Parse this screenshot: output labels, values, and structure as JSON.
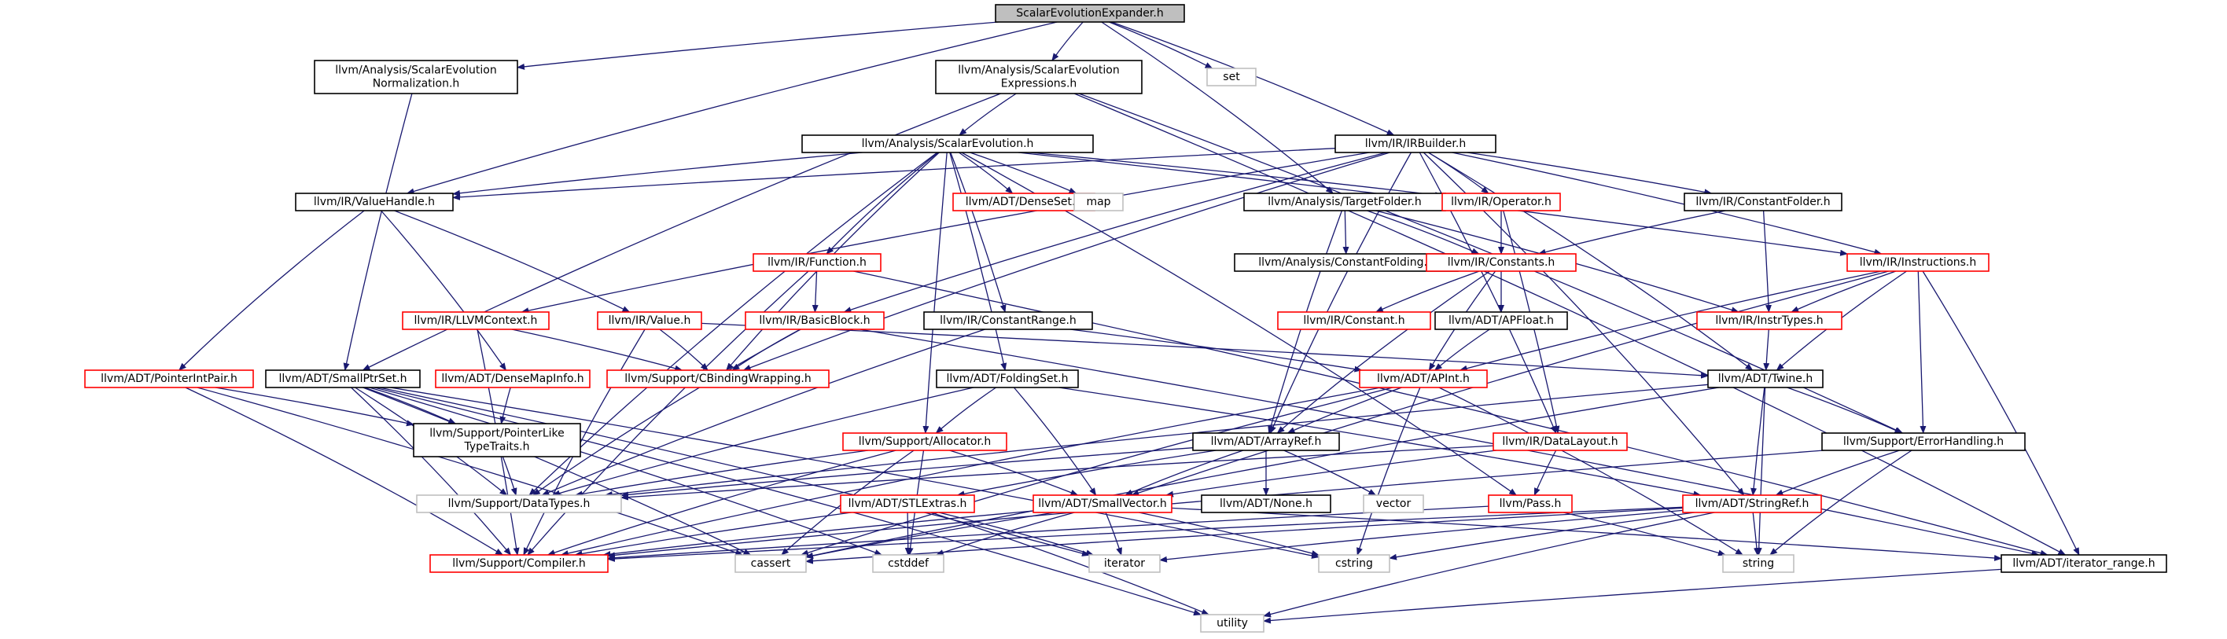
{
  "colors": {
    "edge": "#191970",
    "root_fill": "#bfbfbf",
    "black_border": "#000000",
    "red_border": "#ff0000",
    "gray_border": "#bfbfbf",
    "text": "#000000"
  },
  "nodes": [
    {
      "id": "root",
      "lines": [
        "ScalarEvolutionExpander.h"
      ],
      "style": "root"
    },
    {
      "id": "norm",
      "lines": [
        "llvm/Analysis/ScalarEvolution",
        "Normalization.h"
      ],
      "style": "black"
    },
    {
      "id": "expr",
      "lines": [
        "llvm/Analysis/ScalarEvolution",
        "Expressions.h"
      ],
      "style": "black"
    },
    {
      "id": "set",
      "lines": [
        "set"
      ],
      "style": "gray"
    },
    {
      "id": "se",
      "lines": [
        "llvm/Analysis/ScalarEvolution.h"
      ],
      "style": "black"
    },
    {
      "id": "irb",
      "lines": [
        "llvm/IR/IRBuilder.h"
      ],
      "style": "black"
    },
    {
      "id": "vh",
      "lines": [
        "llvm/IR/ValueHandle.h"
      ],
      "style": "black"
    },
    {
      "id": "denseset",
      "lines": [
        "llvm/ADT/DenseSet.h"
      ],
      "style": "red"
    },
    {
      "id": "map",
      "lines": [
        "map"
      ],
      "style": "gray"
    },
    {
      "id": "tf",
      "lines": [
        "llvm/Analysis/TargetFolder.h"
      ],
      "style": "black"
    },
    {
      "id": "op",
      "lines": [
        "llvm/IR/Operator.h"
      ],
      "style": "red"
    },
    {
      "id": "cf",
      "lines": [
        "llvm/IR/ConstantFolder.h"
      ],
      "style": "black"
    },
    {
      "id": "instr",
      "lines": [
        "llvm/IR/Instructions.h"
      ],
      "style": "red"
    },
    {
      "id": "cfold",
      "lines": [
        "llvm/Analysis/ConstantFolding.h"
      ],
      "style": "black"
    },
    {
      "id": "func",
      "lines": [
        "llvm/IR/Function.h"
      ],
      "style": "red"
    },
    {
      "id": "consts",
      "lines": [
        "llvm/IR/Constants.h"
      ],
      "style": "red"
    },
    {
      "id": "llvmctx",
      "lines": [
        "llvm/IR/LLVMContext.h"
      ],
      "style": "red"
    },
    {
      "id": "value",
      "lines": [
        "llvm/IR/Value.h"
      ],
      "style": "red"
    },
    {
      "id": "bb",
      "lines": [
        "llvm/IR/BasicBlock.h"
      ],
      "style": "red"
    },
    {
      "id": "cr",
      "lines": [
        "llvm/IR/ConstantRange.h"
      ],
      "style": "black"
    },
    {
      "id": "constant",
      "lines": [
        "llvm/IR/Constant.h"
      ],
      "style": "red"
    },
    {
      "id": "apfloat",
      "lines": [
        "llvm/ADT/APFloat.h"
      ],
      "style": "black"
    },
    {
      "id": "instrtypes",
      "lines": [
        "llvm/IR/InstrTypes.h"
      ],
      "style": "red"
    },
    {
      "id": "pip",
      "lines": [
        "llvm/ADT/PointerIntPair.h"
      ],
      "style": "red"
    },
    {
      "id": "sps",
      "lines": [
        "llvm/ADT/SmallPtrSet.h"
      ],
      "style": "black"
    },
    {
      "id": "dmi",
      "lines": [
        "llvm/ADT/DenseMapInfo.h"
      ],
      "style": "red"
    },
    {
      "id": "cbw",
      "lines": [
        "llvm/Support/CBindingWrapping.h"
      ],
      "style": "red"
    },
    {
      "id": "fs",
      "lines": [
        "llvm/ADT/FoldingSet.h"
      ],
      "style": "black"
    },
    {
      "id": "apint",
      "lines": [
        "llvm/ADT/APInt.h"
      ],
      "style": "red"
    },
    {
      "id": "twine",
      "lines": [
        "llvm/ADT/Twine.h"
      ],
      "style": "black"
    },
    {
      "id": "plt",
      "lines": [
        "llvm/Support/PointerLike",
        "TypeTraits.h"
      ],
      "style": "black"
    },
    {
      "id": "alloc",
      "lines": [
        "llvm/Support/Allocator.h"
      ],
      "style": "red"
    },
    {
      "id": "arrayref",
      "lines": [
        "llvm/ADT/ArrayRef.h"
      ],
      "style": "black"
    },
    {
      "id": "dl",
      "lines": [
        "llvm/IR/DataLayout.h"
      ],
      "style": "red"
    },
    {
      "id": "eh",
      "lines": [
        "llvm/Support/ErrorHandling.h"
      ],
      "style": "black"
    },
    {
      "id": "dt",
      "lines": [
        "llvm/Support/DataTypes.h"
      ],
      "style": "gray"
    },
    {
      "id": "stlx",
      "lines": [
        "llvm/ADT/STLExtras.h"
      ],
      "style": "red"
    },
    {
      "id": "sv",
      "lines": [
        "llvm/ADT/SmallVector.h"
      ],
      "style": "red"
    },
    {
      "id": "none",
      "lines": [
        "llvm/ADT/None.h"
      ],
      "style": "black"
    },
    {
      "id": "vector",
      "lines": [
        "vector"
      ],
      "style": "gray"
    },
    {
      "id": "pass",
      "lines": [
        "llvm/Pass.h"
      ],
      "style": "red"
    },
    {
      "id": "sr",
      "lines": [
        "llvm/ADT/StringRef.h"
      ],
      "style": "red"
    },
    {
      "id": "compiler",
      "lines": [
        "llvm/Support/Compiler.h"
      ],
      "style": "red"
    },
    {
      "id": "cassert",
      "lines": [
        "cassert"
      ],
      "style": "gray"
    },
    {
      "id": "cstddef",
      "lines": [
        "cstddef"
      ],
      "style": "gray"
    },
    {
      "id": "iterator",
      "lines": [
        "iterator"
      ],
      "style": "gray"
    },
    {
      "id": "cstring",
      "lines": [
        "cstring"
      ],
      "style": "gray"
    },
    {
      "id": "string",
      "lines": [
        "string"
      ],
      "style": "gray"
    },
    {
      "id": "itrange",
      "lines": [
        "llvm/ADT/iterator_range.h"
      ],
      "style": "black"
    },
    {
      "id": "utility",
      "lines": [
        "utility"
      ],
      "style": "gray"
    }
  ],
  "edges": [
    [
      "root",
      "norm"
    ],
    [
      "root",
      "expr"
    ],
    [
      "root",
      "set"
    ],
    [
      "root",
      "vh"
    ],
    [
      "root",
      "tf"
    ],
    [
      "root",
      "irb"
    ],
    [
      "norm",
      "sps"
    ],
    [
      "expr",
      "se"
    ],
    [
      "expr",
      "sps"
    ],
    [
      "expr",
      "eh"
    ],
    [
      "expr",
      "itrange"
    ],
    [
      "se",
      "vh"
    ],
    [
      "se",
      "denseset"
    ],
    [
      "se",
      "map"
    ],
    [
      "se",
      "func"
    ],
    [
      "se",
      "op"
    ],
    [
      "se",
      "instr"
    ],
    [
      "se",
      "cr"
    ],
    [
      "se",
      "fs"
    ],
    [
      "se",
      "alloc"
    ],
    [
      "se",
      "dt"
    ],
    [
      "se",
      "pass"
    ],
    [
      "se",
      "cbw"
    ],
    [
      "irb",
      "vh"
    ],
    [
      "irb",
      "op"
    ],
    [
      "irb",
      "cf"
    ],
    [
      "irb",
      "instr"
    ],
    [
      "irb",
      "llvmctx"
    ],
    [
      "irb",
      "bb"
    ],
    [
      "irb",
      "arrayref"
    ],
    [
      "irb",
      "twine"
    ],
    [
      "irb",
      "dl"
    ],
    [
      "irb",
      "cbw"
    ],
    [
      "irb",
      "sr"
    ],
    [
      "vh",
      "pip"
    ],
    [
      "vh",
      "dmi"
    ],
    [
      "vh",
      "value"
    ],
    [
      "tf",
      "cfold"
    ],
    [
      "tf",
      "consts"
    ],
    [
      "tf",
      "instrtypes"
    ],
    [
      "tf",
      "arrayref"
    ],
    [
      "op",
      "consts"
    ],
    [
      "op",
      "dl"
    ],
    [
      "cf",
      "consts"
    ],
    [
      "cf",
      "instrtypes"
    ],
    [
      "instr",
      "instrtypes"
    ],
    [
      "instr",
      "twine"
    ],
    [
      "instr",
      "eh"
    ],
    [
      "instr",
      "apint"
    ],
    [
      "instr",
      "itrange"
    ],
    [
      "instr",
      "sv"
    ],
    [
      "func",
      "bb"
    ],
    [
      "func",
      "compiler"
    ],
    [
      "func",
      "itrange"
    ],
    [
      "consts",
      "constant"
    ],
    [
      "consts",
      "apfloat"
    ],
    [
      "consts",
      "apint"
    ],
    [
      "consts",
      "arrayref"
    ],
    [
      "llvmctx",
      "cbw"
    ],
    [
      "llvmctx",
      "compiler"
    ],
    [
      "value",
      "cbw"
    ],
    [
      "value",
      "twine"
    ],
    [
      "value",
      "compiler"
    ],
    [
      "bb",
      "cbw"
    ],
    [
      "bb",
      "dt"
    ],
    [
      "bb",
      "itrange"
    ],
    [
      "cr",
      "apint"
    ],
    [
      "cr",
      "dt"
    ],
    [
      "apfloat",
      "apint"
    ],
    [
      "instrtypes",
      "twine"
    ],
    [
      "pip",
      "plt"
    ],
    [
      "pip",
      "compiler"
    ],
    [
      "pip",
      "cassert"
    ],
    [
      "sps",
      "plt"
    ],
    [
      "sps",
      "dt"
    ],
    [
      "sps",
      "compiler"
    ],
    [
      "sps",
      "cassert"
    ],
    [
      "sps",
      "cstddef"
    ],
    [
      "sps",
      "iterator"
    ],
    [
      "sps",
      "utility"
    ],
    [
      "sps",
      "cstring"
    ],
    [
      "dmi",
      "plt"
    ],
    [
      "fs",
      "alloc"
    ],
    [
      "fs",
      "sv"
    ],
    [
      "fs",
      "dt"
    ],
    [
      "fs",
      "sr"
    ],
    [
      "apint",
      "arrayref"
    ],
    [
      "apint",
      "compiler"
    ],
    [
      "apint",
      "cassert"
    ],
    [
      "apint",
      "cstring"
    ],
    [
      "apint",
      "string"
    ],
    [
      "twine",
      "sr"
    ],
    [
      "twine",
      "eh"
    ],
    [
      "twine",
      "dt"
    ],
    [
      "twine",
      "cassert"
    ],
    [
      "twine",
      "string"
    ],
    [
      "plt",
      "dt"
    ],
    [
      "alloc",
      "sv"
    ],
    [
      "alloc",
      "dt"
    ],
    [
      "alloc",
      "compiler"
    ],
    [
      "alloc",
      "cassert"
    ],
    [
      "alloc",
      "cstddef"
    ],
    [
      "arrayref",
      "none"
    ],
    [
      "arrayref",
      "sv"
    ],
    [
      "arrayref",
      "dt"
    ],
    [
      "arrayref",
      "vector"
    ],
    [
      "arrayref",
      "stlx"
    ],
    [
      "dl",
      "pass"
    ],
    [
      "dl",
      "dt"
    ],
    [
      "dl",
      "sv"
    ],
    [
      "eh",
      "sr"
    ],
    [
      "eh",
      "compiler"
    ],
    [
      "eh",
      "string"
    ],
    [
      "stlx",
      "compiler"
    ],
    [
      "stlx",
      "cstddef"
    ],
    [
      "stlx",
      "iterator"
    ],
    [
      "stlx",
      "utility"
    ],
    [
      "sv",
      "compiler"
    ],
    [
      "sv",
      "cassert"
    ],
    [
      "sv",
      "cstddef"
    ],
    [
      "sv",
      "iterator"
    ],
    [
      "sv",
      "cstring"
    ],
    [
      "sv",
      "itrange"
    ],
    [
      "pass",
      "string"
    ],
    [
      "pass",
      "compiler"
    ],
    [
      "sr",
      "compiler"
    ],
    [
      "sr",
      "string"
    ],
    [
      "sr",
      "cstring"
    ],
    [
      "sr",
      "utility"
    ],
    [
      "sr",
      "cassert"
    ],
    [
      "sr",
      "iterator"
    ],
    [
      "itrange",
      "utility"
    ]
  ]
}
